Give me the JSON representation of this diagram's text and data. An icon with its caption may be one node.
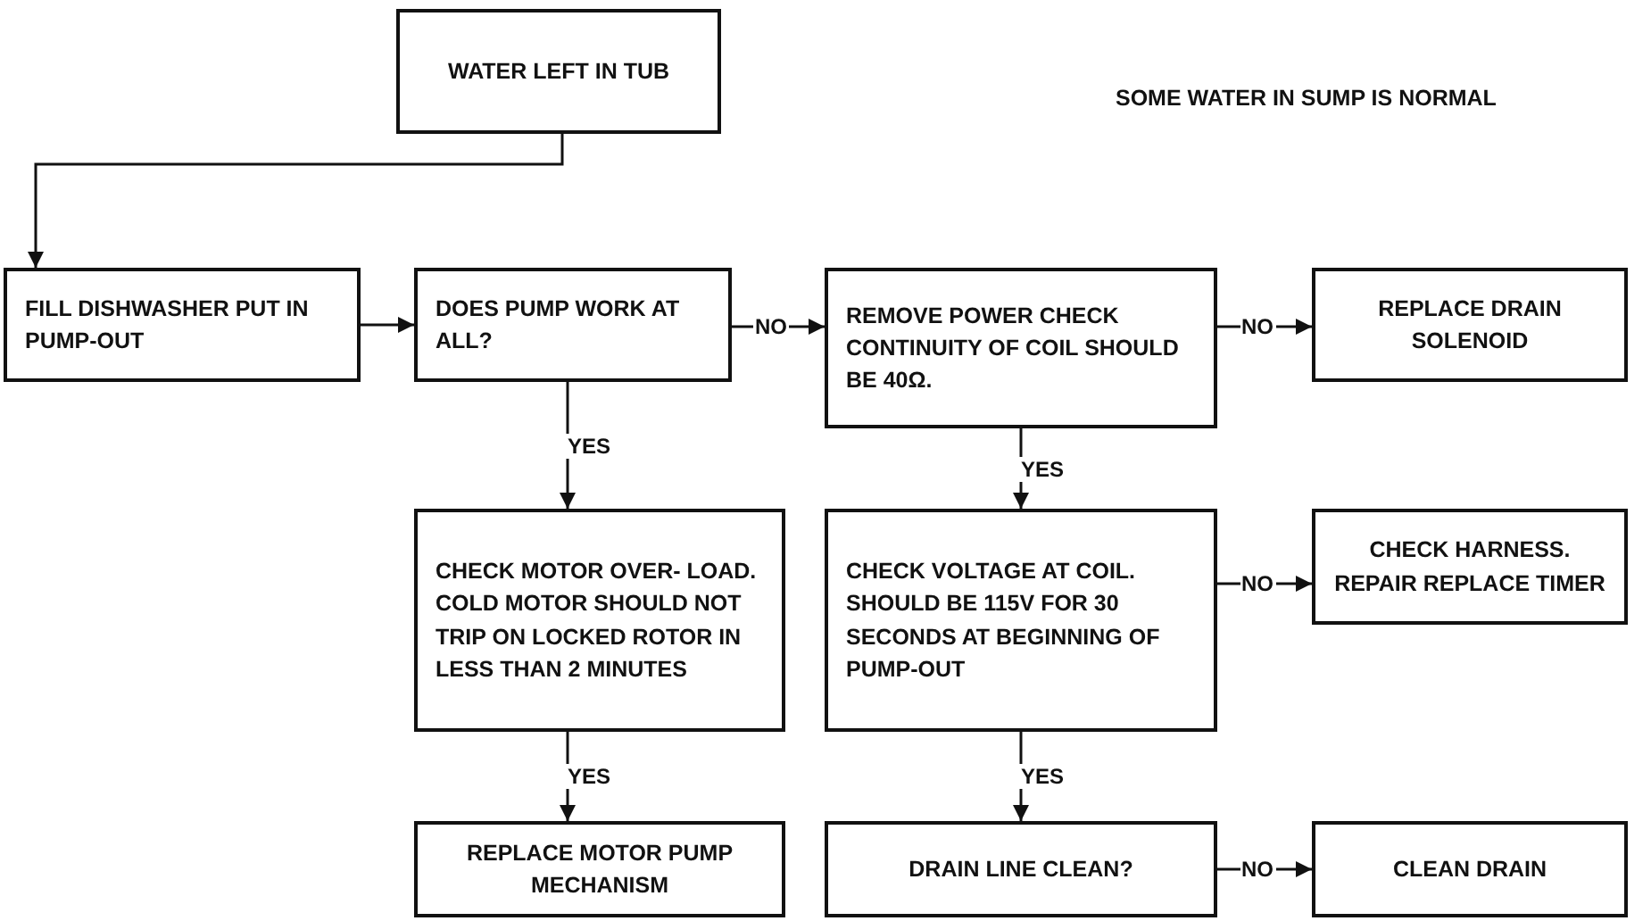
{
  "diagram": {
    "nodes": [
      {
        "text": [
          "WATER LEFT IN TUB"
        ]
      },
      {
        "text": [
          "FILL DISHWASHER PUT IN PUMP-OUT"
        ]
      },
      {
        "text": [
          "DOES PUMP WORK AT ALL?"
        ]
      },
      {
        "text": [
          "REMOVE POWER CHECK CONTINUITY OF COIL SHOULD BE 40Ω."
        ]
      },
      {
        "text": [
          "REPLACE DRAIN SOLENOID"
        ]
      },
      {
        "text": [
          "CHECK MOTOR OVER- LOAD. COLD MOTOR SHOULD NOT TRIP ON LOCKED ROTOR IN LESS THAN 2 MINUTES"
        ]
      },
      {
        "text": [
          "CHECK VOLTAGE AT COIL. SHOULD BE 115V FOR 30 SECONDS AT BEGINNING OF PUMP-OUT"
        ]
      },
      {
        "text": [
          "CHECK HARNESS. REPAIR REPLACE TIMER"
        ]
      },
      {
        "text": [
          "REPLACE MOTOR PUMP MECHANISM"
        ]
      },
      {
        "text": [
          "DRAIN LINE CLEAN?"
        ]
      },
      {
        "text": [
          "CLEAN DRAIN"
        ]
      }
    ],
    "edges": [
      {
        "from": 0,
        "to": 1,
        "arrow": "to"
      },
      {
        "from": 1,
        "to": 2,
        "arrow": "to"
      },
      {
        "from": 2,
        "to": 3,
        "arrow": "to",
        "label": "NO"
      },
      {
        "from": 3,
        "to": 4,
        "arrow": "to",
        "label": "NO"
      },
      {
        "from": 2,
        "to": 5,
        "arrow": "to",
        "label": "YES"
      },
      {
        "from": 3,
        "to": 6,
        "arrow": "to",
        "label": "YES"
      },
      {
        "from": 6,
        "to": 7,
        "arrow": "to",
        "label": "NO"
      },
      {
        "from": 5,
        "to": 8,
        "arrow": "to",
        "label": "YES"
      },
      {
        "from": 6,
        "to": 9,
        "arrow": "to",
        "label": "YES"
      },
      {
        "from": 9,
        "to": 10,
        "arrow": "to",
        "label": "NO"
      }
    ],
    "labels": [
      "SOME WATER IN SUMP IS NORMAL"
    ]
  }
}
